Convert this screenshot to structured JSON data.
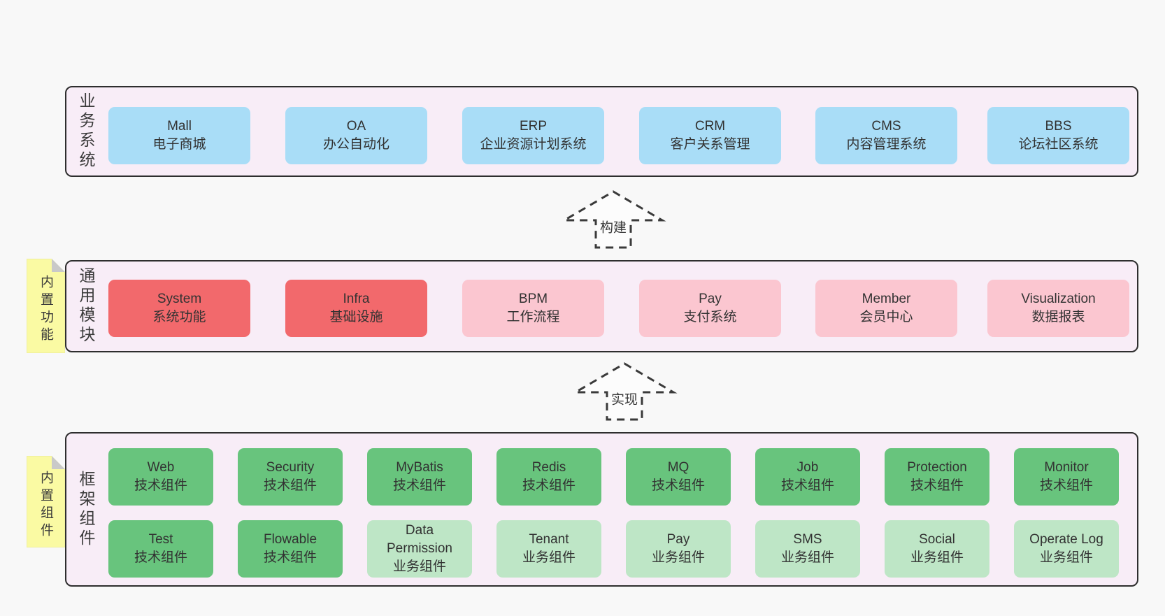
{
  "colors": {
    "bg": "#f8f8f8",
    "container-fill": "#f8edf7",
    "border": "#2e2e2e",
    "text": "#3a3a3a",
    "blue": "#a9ddf7",
    "red": "#f2696c",
    "pink": "#fbc6d0",
    "green": "#68c47d",
    "green-light": "#bee6c6",
    "sticky": "#fafaa3",
    "fold": "#c9c9c9"
  },
  "layers": [
    {
      "label": "业务系统",
      "boxes": [
        {
          "title": "Mall",
          "subtitle": "电子商城"
        },
        {
          "title": "OA",
          "subtitle": "办公自动化"
        },
        {
          "title": "ERP",
          "subtitle": "企业资源计划系统"
        },
        {
          "title": "CRM",
          "subtitle": "客户关系管理"
        },
        {
          "title": "CMS",
          "subtitle": "内容管理系统"
        },
        {
          "title": "BBS",
          "subtitle": "论坛社区系统"
        }
      ]
    },
    {
      "label": "通用模块",
      "sticky": "内置功能",
      "boxes": [
        {
          "title": "System",
          "subtitle": "系统功能"
        },
        {
          "title": "Infra",
          "subtitle": "基础设施"
        },
        {
          "title": "BPM",
          "subtitle": "工作流程"
        },
        {
          "title": "Pay",
          "subtitle": "支付系统"
        },
        {
          "title": "Member",
          "subtitle": "会员中心"
        },
        {
          "title": "Visualization",
          "subtitle": "数据报表"
        }
      ]
    },
    {
      "label": "框架组件",
      "sticky": "内置组件",
      "row1": [
        {
          "title": "Web",
          "subtitle": "技术组件"
        },
        {
          "title": "Security",
          "subtitle": "技术组件"
        },
        {
          "title": "MyBatis",
          "subtitle": "技术组件"
        },
        {
          "title": "Redis",
          "subtitle": "技术组件"
        },
        {
          "title": "MQ",
          "subtitle": "技术组件"
        },
        {
          "title": "Job",
          "subtitle": "技术组件"
        },
        {
          "title": "Protection",
          "subtitle": "技术组件"
        },
        {
          "title": "Monitor",
          "subtitle": "技术组件"
        }
      ],
      "row2": [
        {
          "title": "Test",
          "subtitle": "技术组件"
        },
        {
          "title": "Flowable",
          "subtitle": "技术组件"
        },
        {
          "title": "Data Permission",
          "subtitle": "业务组件"
        },
        {
          "title": "Tenant",
          "subtitle": "业务组件"
        },
        {
          "title": "Pay",
          "subtitle": "业务组件"
        },
        {
          "title": "SMS",
          "subtitle": "业务组件"
        },
        {
          "title": "Social",
          "subtitle": "业务组件"
        },
        {
          "title": "Operate Log",
          "subtitle": "业务组件"
        }
      ]
    }
  ],
  "arrows": [
    {
      "label": "构建"
    },
    {
      "label": "实现"
    }
  ]
}
